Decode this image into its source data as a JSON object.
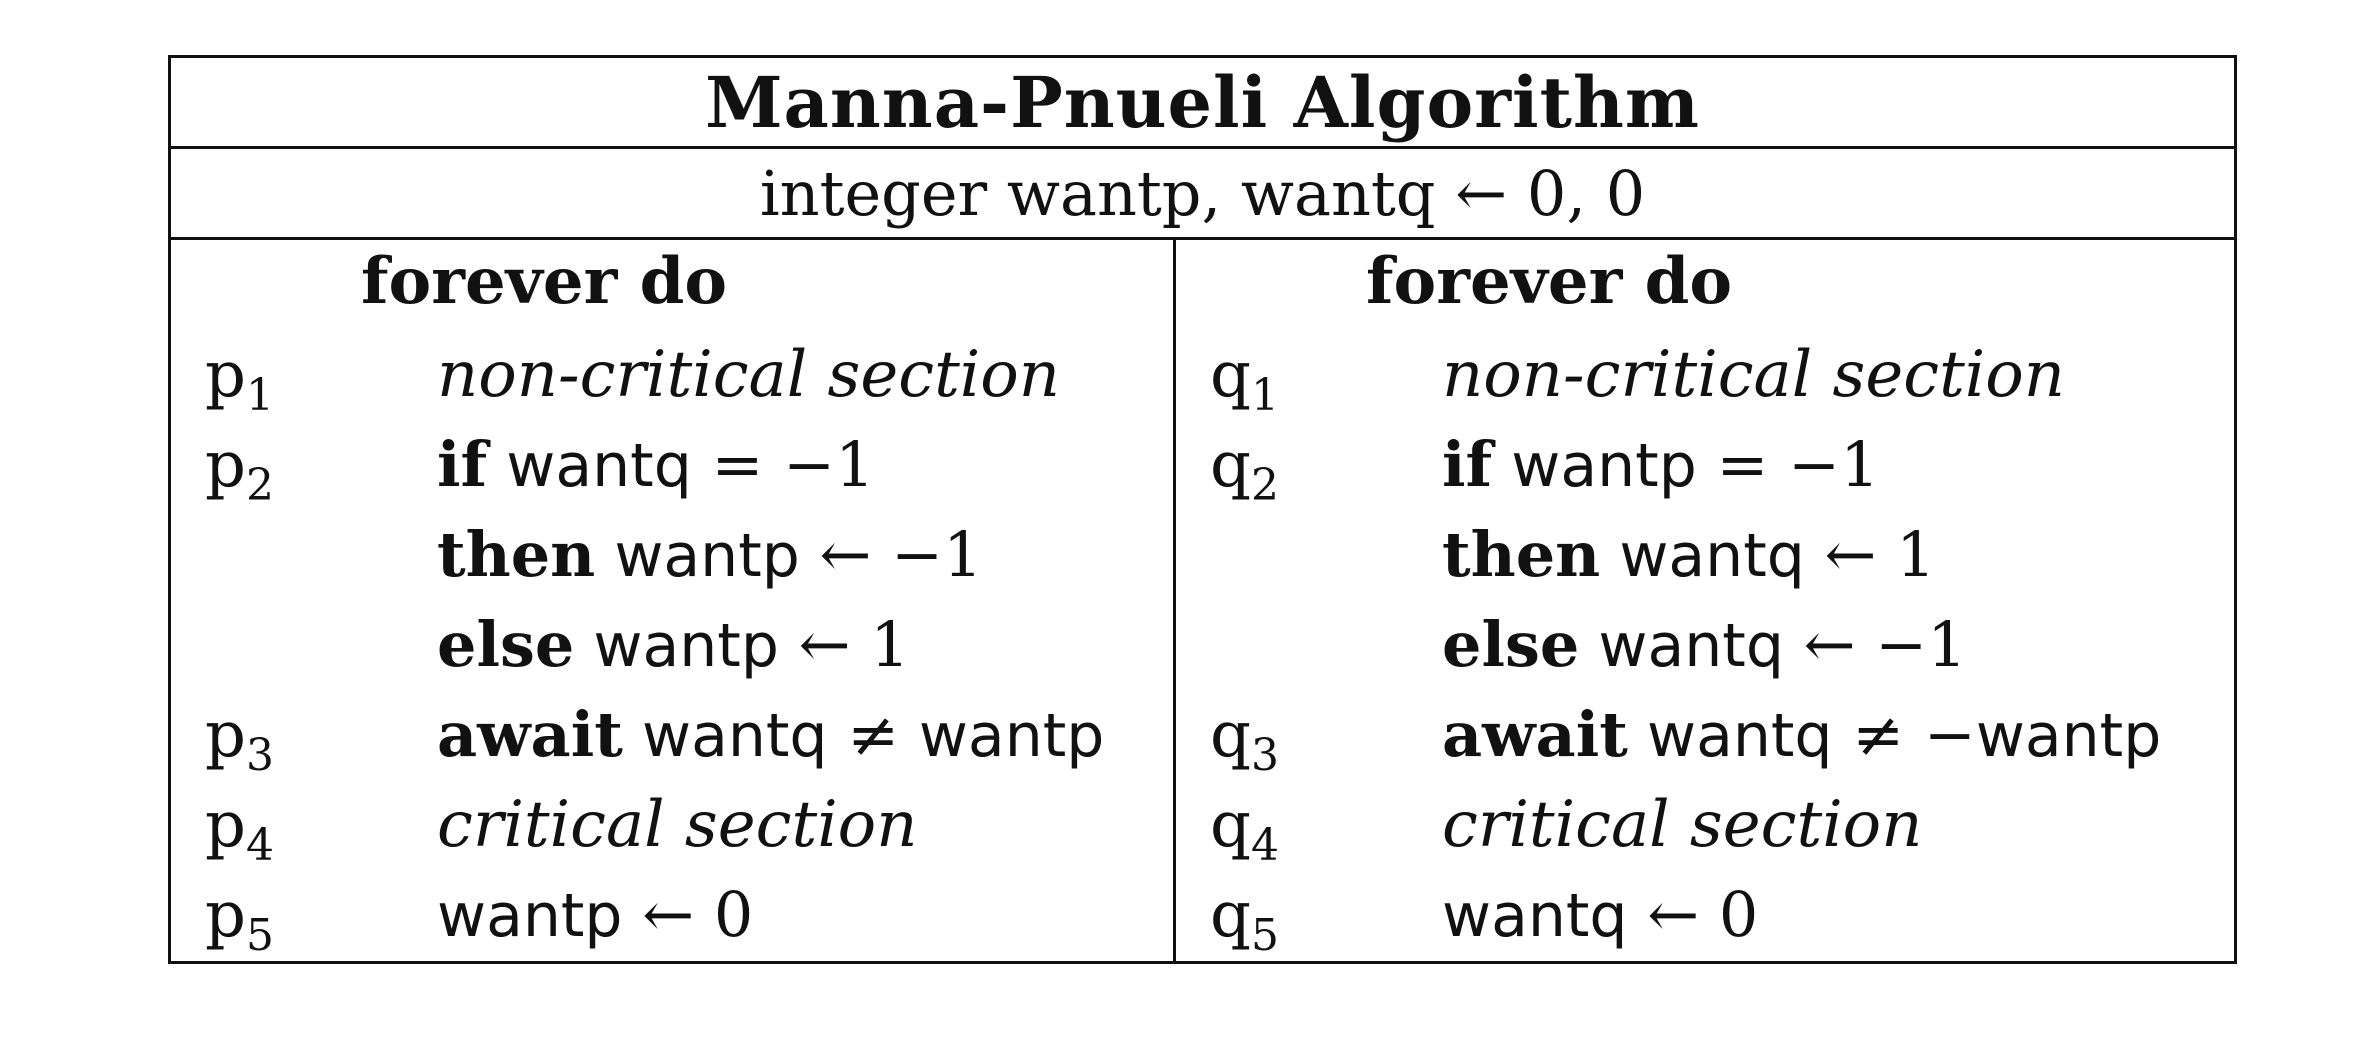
{
  "title": "Manna-Pnueli Algorithm",
  "declaration": {
    "type": "integer",
    "vars": "wantp, wantq",
    "arrow": "←",
    "init": "0, 0"
  },
  "process_p": {
    "header": "forever do",
    "lines": [
      {
        "label": "p",
        "sub": "1",
        "parts": [
          {
            "t": "non-critical section",
            "s": "it"
          }
        ]
      },
      {
        "label": "p",
        "sub": "2",
        "parts": [
          {
            "t": "if",
            "s": "kw"
          },
          {
            "t": " wantq",
            "s": "var"
          },
          {
            "t": " = −1",
            "s": "math"
          }
        ]
      },
      {
        "label": "",
        "sub": "",
        "parts": [
          {
            "t": "then",
            "s": "kw"
          },
          {
            "t": " wantp",
            "s": "var"
          },
          {
            "t": " ← −1",
            "s": "math"
          }
        ]
      },
      {
        "label": "",
        "sub": "",
        "parts": [
          {
            "t": "else",
            "s": "kw"
          },
          {
            "t": " wantp",
            "s": "var"
          },
          {
            "t": " ← 1",
            "s": "math"
          }
        ]
      },
      {
        "label": "p",
        "sub": "3",
        "parts": [
          {
            "t": "await",
            "s": "kw"
          },
          {
            "t": " wantq",
            "s": "var"
          },
          {
            "t": " ≠ ",
            "s": "math"
          },
          {
            "t": "wantp",
            "s": "var"
          }
        ]
      },
      {
        "label": "p",
        "sub": "4",
        "parts": [
          {
            "t": "critical section",
            "s": "it"
          }
        ]
      },
      {
        "label": "p",
        "sub": "5",
        "parts": [
          {
            "t": "wantp",
            "s": "var"
          },
          {
            "t": " ← 0",
            "s": "math"
          }
        ]
      }
    ]
  },
  "process_q": {
    "header": "forever do",
    "lines": [
      {
        "label": "q",
        "sub": "1",
        "parts": [
          {
            "t": "non-critical section",
            "s": "it"
          }
        ]
      },
      {
        "label": "q",
        "sub": "2",
        "parts": [
          {
            "t": "if",
            "s": "kw"
          },
          {
            "t": " wantp",
            "s": "var"
          },
          {
            "t": " = −1",
            "s": "math"
          }
        ]
      },
      {
        "label": "",
        "sub": "",
        "parts": [
          {
            "t": "then",
            "s": "kw"
          },
          {
            "t": " wantq",
            "s": "var"
          },
          {
            "t": " ← 1",
            "s": "math"
          }
        ]
      },
      {
        "label": "",
        "sub": "",
        "parts": [
          {
            "t": "else",
            "s": "kw"
          },
          {
            "t": " wantq",
            "s": "var"
          },
          {
            "t": " ← −1",
            "s": "math"
          }
        ]
      },
      {
        "label": "q",
        "sub": "3",
        "parts": [
          {
            "t": "await",
            "s": "kw"
          },
          {
            "t": " wantq",
            "s": "var"
          },
          {
            "t": " ≠ −",
            "s": "math"
          },
          {
            "t": "wantp",
            "s": "var"
          }
        ]
      },
      {
        "label": "q",
        "sub": "4",
        "parts": [
          {
            "t": "critical section",
            "s": "it"
          }
        ]
      },
      {
        "label": "q",
        "sub": "5",
        "parts": [
          {
            "t": "wantq",
            "s": "var"
          },
          {
            "t": " ← 0",
            "s": "math"
          }
        ]
      }
    ]
  }
}
